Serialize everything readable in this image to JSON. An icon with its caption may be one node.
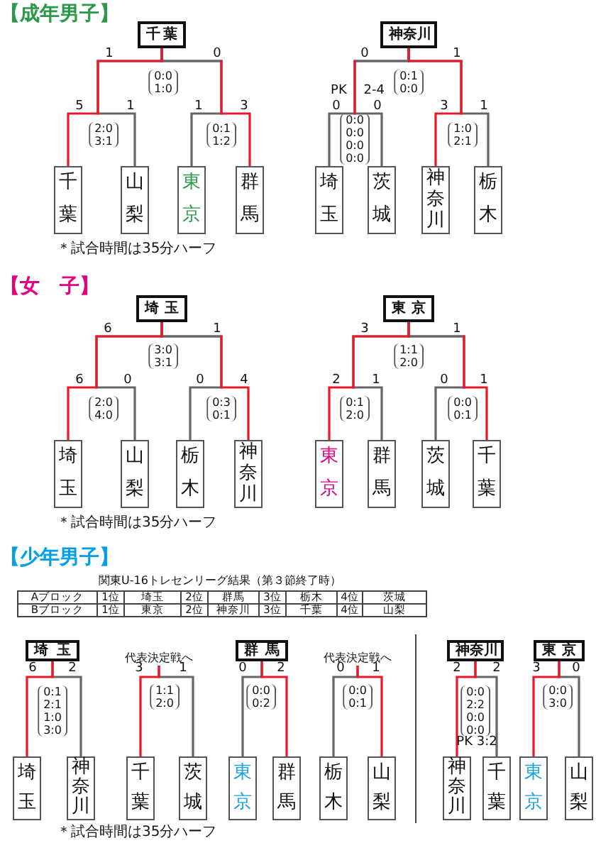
{
  "diagram": {
    "nodes": [
      {
        "text": [
          "千葉"
        ]
      },
      {
        "text": [
          "千葉"
        ]
      },
      {
        "text": [
          "山梨"
        ]
      },
      {
        "text": [
          "東京"
        ]
      },
      {
        "text": [
          "群馬"
        ]
      },
      {
        "text": [
          "神奈川"
        ]
      },
      {
        "text": [
          "埼玉"
        ]
      },
      {
        "text": [
          "茨城"
        ]
      },
      {
        "text": [
          "神奈川"
        ]
      },
      {
        "text": [
          "栃木"
        ]
      },
      {
        "text": [
          "埼玉"
        ]
      },
      {
        "text": [
          "埼玉"
        ]
      },
      {
        "text": [
          "山梨"
        ]
      },
      {
        "text": [
          "栃木"
        ]
      },
      {
        "text": [
          "神奈川"
        ]
      },
      {
        "text": [
          "東京"
        ]
      },
      {
        "text": [
          "東京"
        ]
      },
      {
        "text": [
          "群馬"
        ]
      },
      {
        "text": [
          "茨城"
        ]
      },
      {
        "text": [
          "千葉"
        ]
      },
      {
        "text": [
          "埼玉"
        ]
      },
      {
        "text": [
          "埼玉"
        ]
      },
      {
        "text": [
          "神奈川"
        ]
      },
      {
        "text": [
          "代表決定戦へ"
        ]
      },
      {
        "text": [
          "千葉"
        ]
      },
      {
        "text": [
          "茨城"
        ]
      },
      {
        "text": [
          "群馬"
        ]
      },
      {
        "text": [
          "東京"
        ]
      },
      {
        "text": [
          "群馬"
        ]
      },
      {
        "text": [
          "代表決定戦へ"
        ]
      },
      {
        "text": [
          "栃木"
        ]
      },
      {
        "text": [
          "山梨"
        ]
      },
      {
        "text": [
          "神奈川"
        ]
      },
      {
        "text": [
          "神奈川"
        ]
      },
      {
        "text": [
          "千葉"
        ]
      },
      {
        "text": [
          "東京"
        ]
      },
      {
        "text": [
          "東京"
        ]
      },
      {
        "text": [
          "山梨"
        ]
      }
    ],
    "edges": [
      {
        "from": 1,
        "to": 0,
        "arrow": "none",
        "color": "#e8192c"
      },
      {
        "from": 2,
        "to": 0,
        "arrow": "none",
        "color": "#666666"
      },
      {
        "from": 3,
        "to": 0,
        "arrow": "none",
        "color": "#666666"
      },
      {
        "from": 4,
        "to": 0,
        "arrow": "none",
        "color": "#e8192c"
      },
      {
        "from": 6,
        "to": 5,
        "arrow": "none",
        "color": "#666666"
      },
      {
        "from": 7,
        "to": 5,
        "arrow": "none",
        "color": "#e8192c"
      },
      {
        "from": 8,
        "to": 5,
        "arrow": "none",
        "color": "#e8192c"
      },
      {
        "from": 9,
        "to": 5,
        "arrow": "none",
        "color": "#666666"
      },
      {
        "from": 11,
        "to": 10,
        "arrow": "none",
        "color": "#e8192c"
      },
      {
        "from": 12,
        "to": 10,
        "arrow": "none",
        "color": "#666666"
      },
      {
        "from": 13,
        "to": 10,
        "arrow": "none",
        "color": "#666666"
      },
      {
        "from": 14,
        "to": 10,
        "arrow": "none",
        "color": "#e8192c"
      },
      {
        "from": 16,
        "to": 15,
        "arrow": "none",
        "color": "#e8192c"
      },
      {
        "from": 17,
        "to": 15,
        "arrow": "none",
        "color": "#666666"
      },
      {
        "from": 18,
        "to": 15,
        "arrow": "none",
        "color": "#666666"
      },
      {
        "from": 19,
        "to": 15,
        "arrow": "none",
        "color": "#e8192c"
      },
      {
        "from": 21,
        "to": 20,
        "arrow": "none",
        "color": "#e8192c"
      },
      {
        "from": 22,
        "to": 20,
        "arrow": "none",
        "color": "#666666"
      },
      {
        "from": 24,
        "to": 23,
        "arrow": "none",
        "color": "#e8192c"
      },
      {
        "from": 25,
        "to": 23,
        "arrow": "none",
        "color": "#666666"
      },
      {
        "from": 27,
        "to": 26,
        "arrow": "none",
        "color": "#666666"
      },
      {
        "from": 28,
        "to": 26,
        "arrow": "none",
        "color": "#e8192c"
      },
      {
        "from": 30,
        "to": 29,
        "arrow": "none",
        "color": "#666666"
      },
      {
        "from": 31,
        "to": 29,
        "arrow": "none",
        "color": "#e8192c"
      },
      {
        "from": 33,
        "to": 32,
        "arrow": "none",
        "color": "#e8192c"
      },
      {
        "from": 34,
        "to": 32,
        "arrow": "none",
        "color": "#666666"
      },
      {
        "from": 36,
        "to": 35,
        "arrow": "none",
        "color": "#e8192c"
      },
      {
        "from": 37,
        "to": 35,
        "arrow": "none",
        "color": "#666666"
      }
    ],
    "labels": [
      "【成年男子】",
      "1",
      "0",
      "0:0 1:0",
      "5",
      "1",
      "1",
      "3",
      "2:0 3:1",
      "0:1 1:2",
      "＊試合時間は35分ハーフ",
      "0",
      "1",
      "0:1 0:0",
      "PK 2-4",
      "0",
      "0",
      "3",
      "1",
      "0:0 0:0 0:0 0:0",
      "1:0 2:1",
      "【女　子】",
      "6",
      "1",
      "3:0 3:1",
      "6",
      "0",
      "0",
      "4",
      "2:0 4:0",
      "0:3 0:1",
      "＊試合時間は35分ハーフ",
      "3",
      "1",
      "1:1 2:0",
      "2",
      "1",
      "0",
      "1",
      "0:1 2:0",
      "0:0 0:1",
      "【少年男子】",
      "関東U-16トレセンリーグ結果（第３節終了時）",
      "Aブロック",
      "1位",
      "埼玉",
      "2位",
      "群馬",
      "3位",
      "栃木",
      "4位",
      "茨城",
      "Bブロック",
      "1位",
      "東京",
      "2位",
      "神奈川",
      "3位",
      "千葉",
      "4位",
      "山梨",
      "6",
      "2",
      "0:1 2:1 1:0 3:0",
      "3",
      "1",
      "1:1 2:0",
      "0",
      "2",
      "0:0 0:2",
      "0",
      "1",
      "0:0 0:1",
      "＊試合時間は35分ハーフ",
      "2",
      "2",
      "0:0 2:2 0:0 0:0",
      "PK 3:2",
      "3",
      "0",
      "0:0 3:0"
    ]
  }
}
